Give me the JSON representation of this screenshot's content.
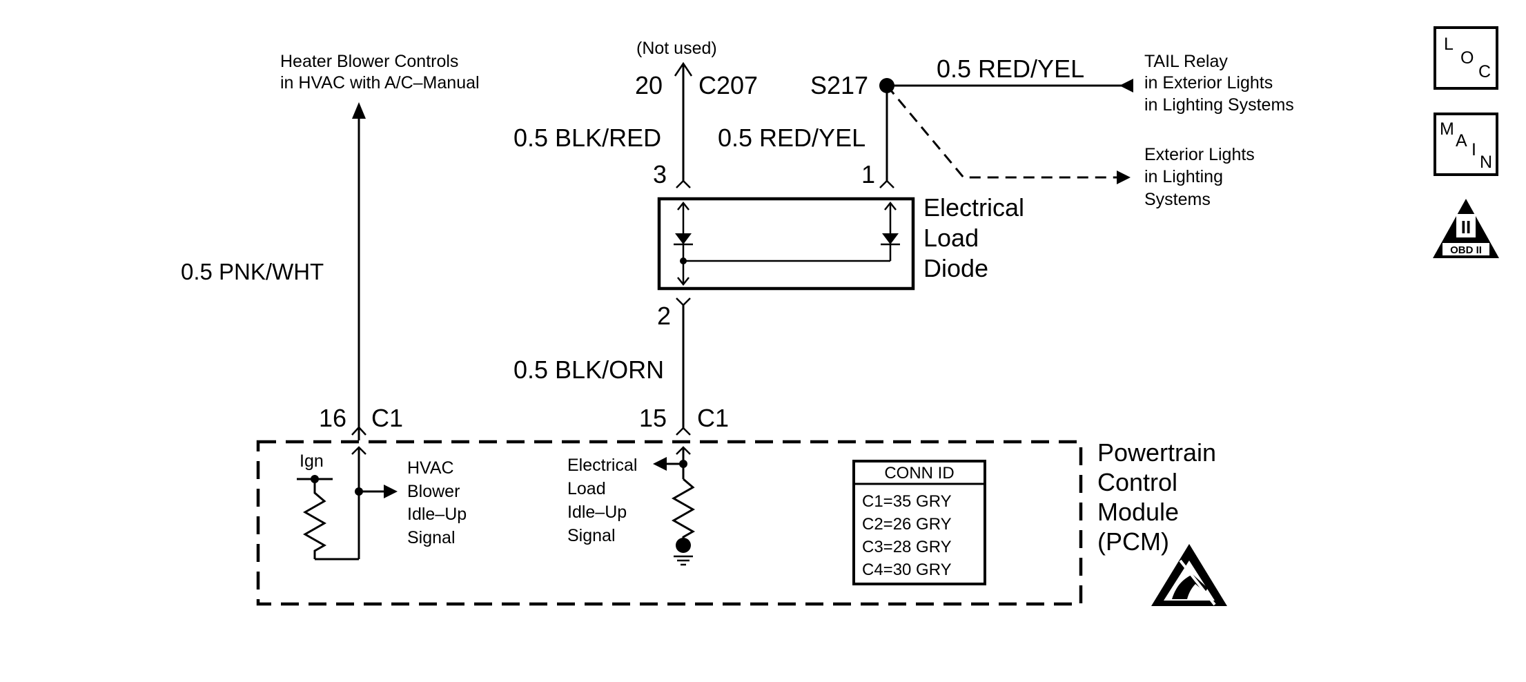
{
  "external": {
    "heater_line1": "Heater Blower Controls",
    "heater_line2": "in HVAC with A/C–Manual",
    "not_used": "(Not used)",
    "tail_line1": "TAIL Relay",
    "tail_line2": "in Exterior Lights",
    "tail_line3": "in Lighting Systems",
    "ext_line1": "Exterior Lights",
    "ext_line2": "in Lighting",
    "ext_line3": "Systems"
  },
  "wires": {
    "pnk_wht": "0.5 PNK/WHT",
    "blk_red": "0.5 BLK/RED",
    "red_yel_top": "0.5 RED/YEL",
    "red_yel_vert": "0.5 RED/YEL",
    "blk_orn": "0.5 BLK/ORN"
  },
  "connectors": {
    "c207_pin": "20",
    "c207_name": "C207",
    "splice": "S217",
    "diode_pin3": "3",
    "diode_pin1": "1",
    "diode_pin2": "2",
    "pcm_pin16": "16",
    "pcm_pin16_conn": "C1",
    "pcm_pin15": "15",
    "pcm_pin15_conn": "C1"
  },
  "diode": {
    "line1": "Electrical",
    "line2": "Load",
    "line3": "Diode"
  },
  "pcm": {
    "line1": "Powertrain",
    "line2": "Control",
    "line3": "Module",
    "line4": "(PCM)",
    "ign": "Ign",
    "hvac_line1": "HVAC",
    "hvac_line2": "Blower",
    "hvac_line3": "Idle–Up",
    "hvac_line4": "Signal",
    "elec_line1": "Electrical",
    "elec_line2": "Load",
    "elec_line3": "Idle–Up",
    "elec_line4": "Signal"
  },
  "conn_id": {
    "header": "CONN ID",
    "rows": [
      "C1=35 GRY",
      "C2=26 GRY",
      "C3=28 GRY",
      "C4=30 GRY"
    ]
  },
  "icons": {
    "loc": [
      "L",
      "O",
      "C"
    ],
    "main": [
      "M",
      "A",
      "I",
      "N"
    ],
    "obd_numeral": "II",
    "obd_label": "OBD II"
  }
}
